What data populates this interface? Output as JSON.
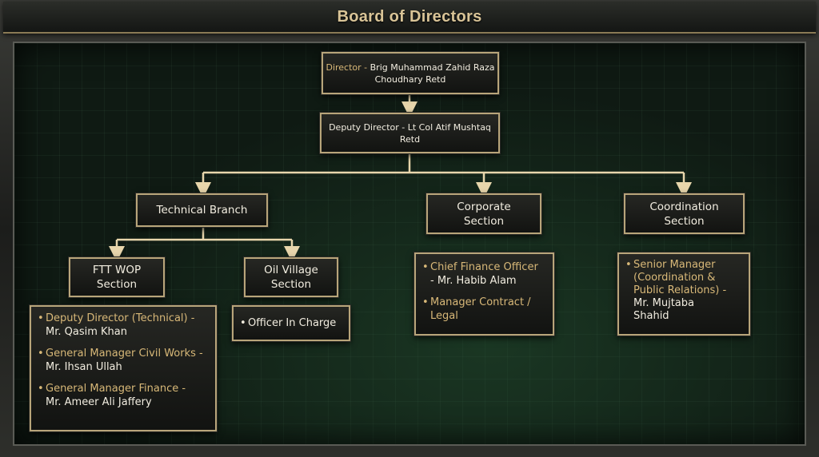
{
  "header": {
    "title": "Board of Directors"
  },
  "nodes": {
    "director": {
      "role": "Director - ",
      "name_line1": "Brig Muhammad Zahid Raza",
      "name_line2": "Choudhary Retd"
    },
    "deputy": {
      "line1": "Deputy Director - Lt Col Atif Mushtaq",
      "line2": "Retd"
    },
    "technical": {
      "label": "Technical Branch"
    },
    "corporate": {
      "line1": "Corporate",
      "line2": "Section"
    },
    "coordination": {
      "line1": "Coordination",
      "line2": "Section"
    },
    "ftt": {
      "line1": "FTT WOP",
      "line2": "Section"
    },
    "oil": {
      "line1": "Oil Village",
      "line2": "Section"
    }
  },
  "lists": {
    "ftt_staff": [
      {
        "role": "Deputy Director (Technical) -",
        "name": "Mr. Qasim Khan"
      },
      {
        "role": "General Manager Civil Works -",
        "name": "Mr. Ihsan Ullah"
      },
      {
        "role": "General Manager Finance -",
        "name": "Mr. Ameer Ali Jaffery"
      }
    ],
    "oil_staff": [
      {
        "role": "Officer In Charge"
      }
    ],
    "corporate_staff": [
      {
        "role": "Chief Finance Officer",
        "name": "- Mr. Habib Alam"
      },
      {
        "role": "Manager Contract /",
        "role2": "Legal"
      }
    ],
    "coordination_staff": [
      {
        "role": "Senior Manager (Coordination &",
        "role2": "Public Relations) -",
        "name": "Mr. Mujtaba",
        "name2": "Shahid"
      }
    ]
  },
  "colors": {
    "accent_gold": "#d8b878",
    "border_gold": "#b8a57a",
    "background": "#0f1a13"
  },
  "bullet": "•"
}
